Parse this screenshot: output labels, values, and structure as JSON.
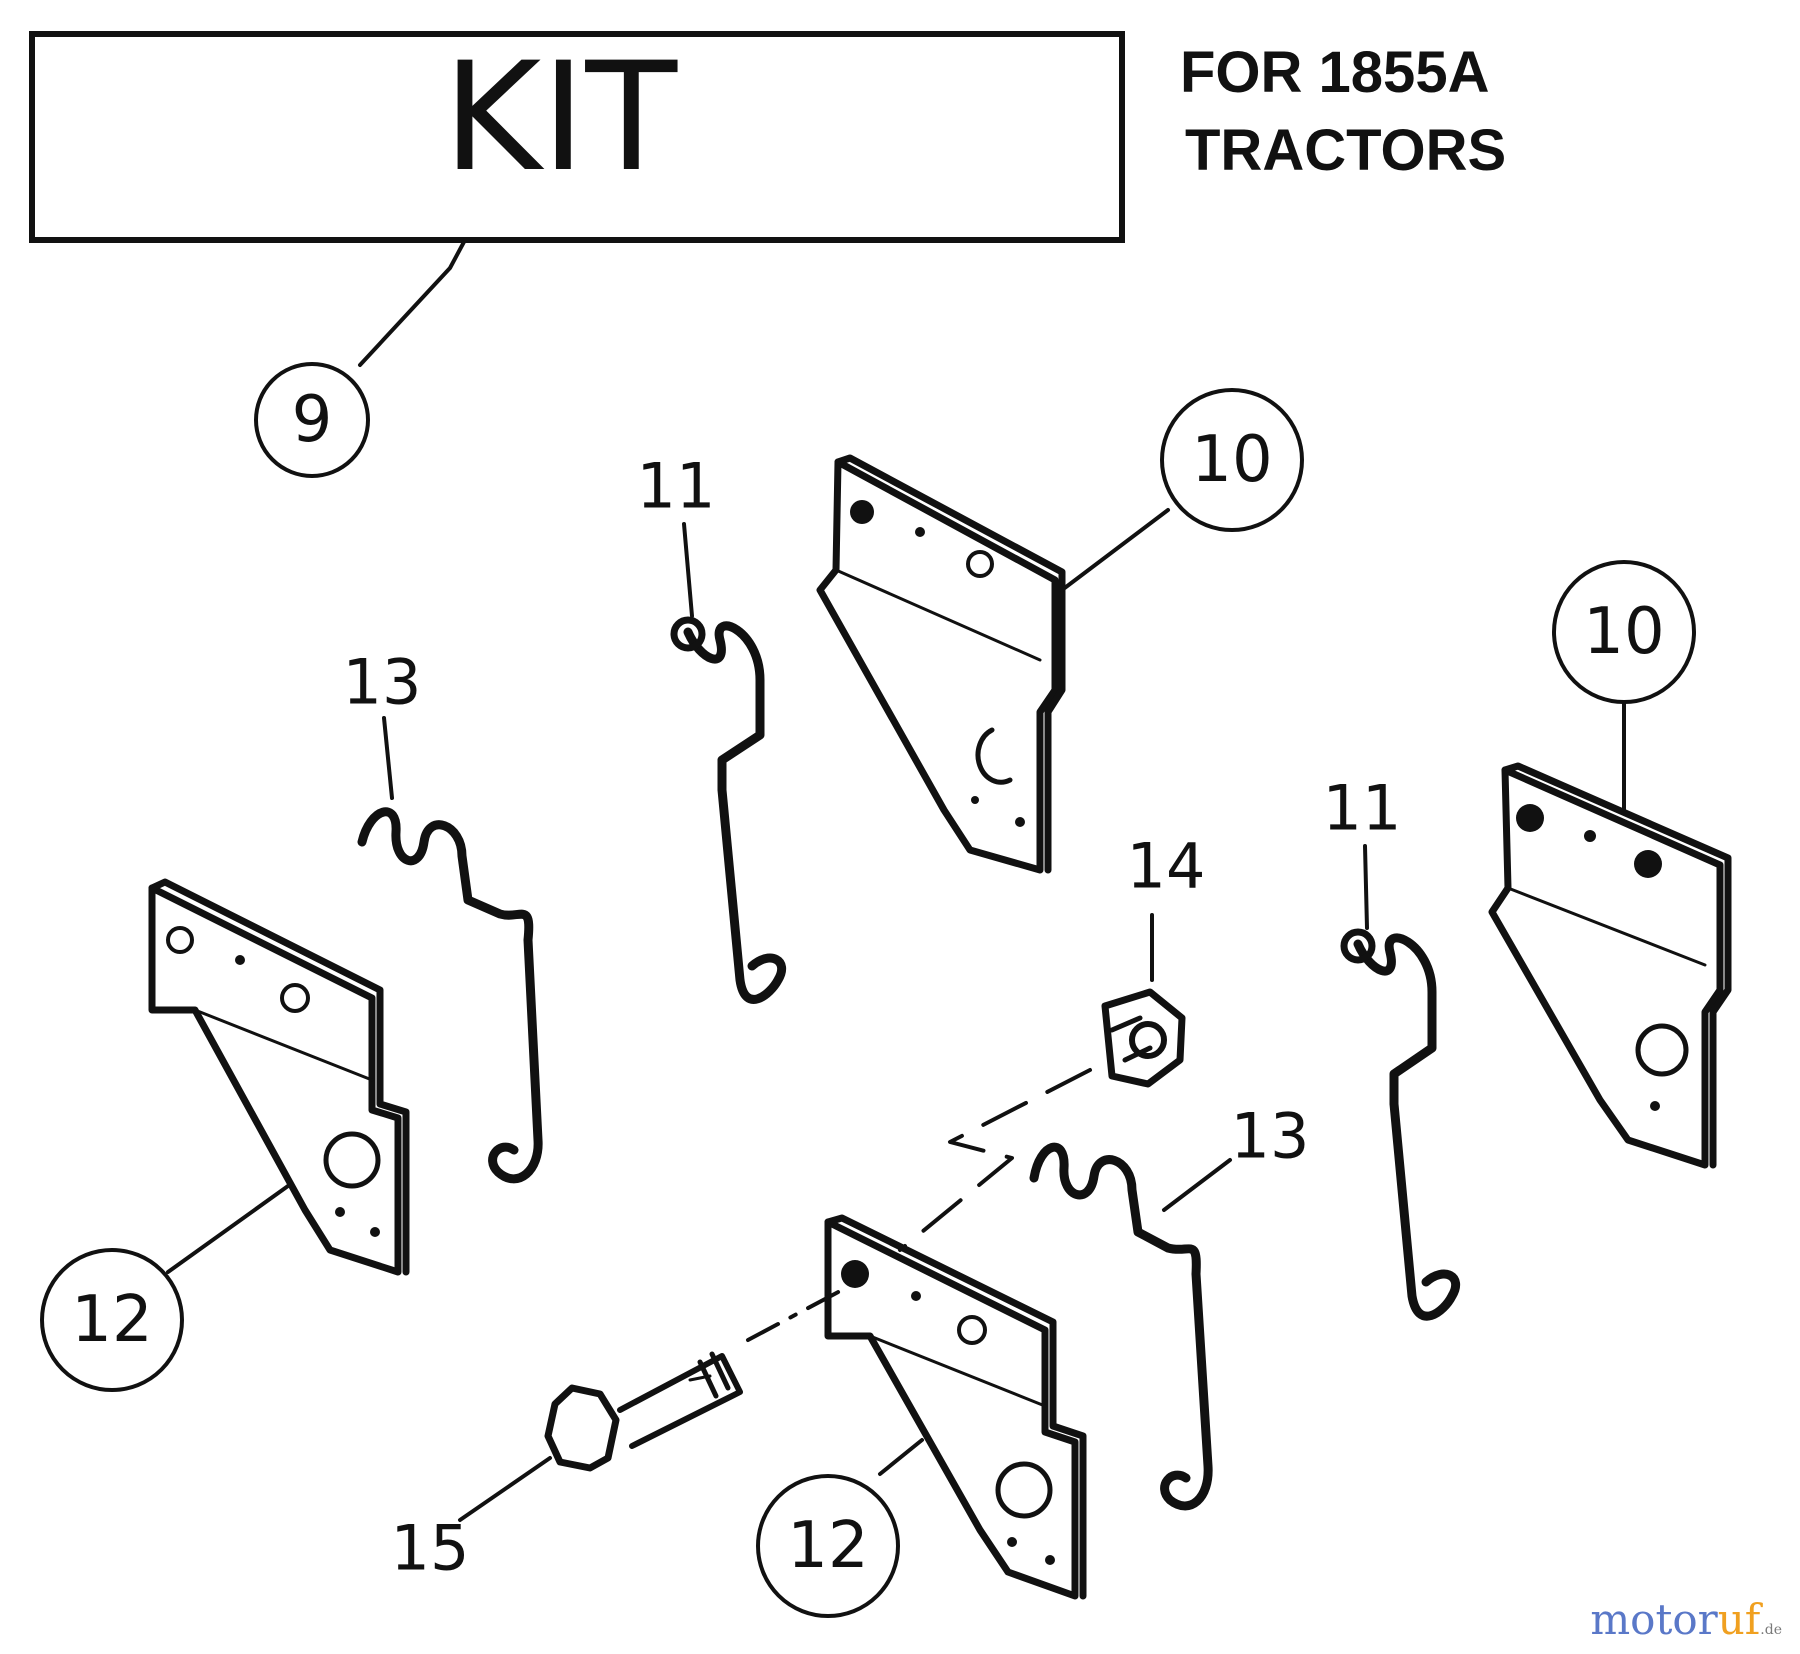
{
  "title_box": {
    "text": "KIT"
  },
  "note": {
    "line1": "FOR 1855A",
    "line2": "TRACTORS"
  },
  "callouts": {
    "c9": "9",
    "c10a": "10",
    "c10b": "10",
    "c12a": "12",
    "c12b": "12"
  },
  "labels": {
    "l11a": "11",
    "l11b": "11",
    "l13a": "13",
    "l13b": "13",
    "l14": "14",
    "l15": "15"
  },
  "watermark": {
    "main_a": "motor",
    "main_b": "uf",
    "tld": ".de"
  }
}
